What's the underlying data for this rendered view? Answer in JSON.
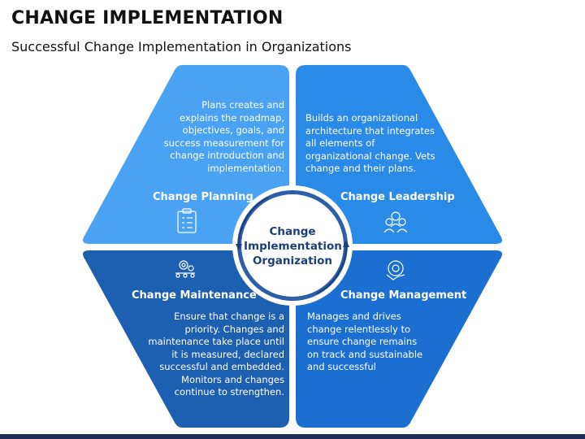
{
  "header": {
    "title": "CHANGE IMPLEMENTATION",
    "subtitle": "Successful Change Implementation in Organizations"
  },
  "center": {
    "line1": "Change",
    "line2": "Implementation",
    "line3": "Organization"
  },
  "quadrants": {
    "planning": {
      "title": "Change Planning",
      "lines": [
        "Plans creates and",
        "explains the roadmap,",
        "objectives, goals, and",
        "success measurement for",
        "change introduction and",
        "implementation."
      ],
      "icon": "clipboard-checklist-icon",
      "color": "#4aa3f2"
    },
    "leadership": {
      "title": "Change Leadership",
      "lines": [
        "Builds an organizational",
        "architecture that integrates",
        "all elements of",
        "organizational change. Vets",
        "change and their plans."
      ],
      "icon": "team-leader-icon",
      "color": "#2a8ae8"
    },
    "maintenance": {
      "title": "Change Maintenance",
      "lines": [
        "Ensure that change is a",
        "priority. Changes and",
        "maintenance take place until",
        "it is measured, declared",
        "successful and embedded.",
        "Monitors and changes",
        "continue to strengthen."
      ],
      "icon": "gears-conveyor-icon",
      "color": "#1d5fb0"
    },
    "management": {
      "title": "Change Management",
      "lines": [
        "Manages and drives",
        "change relentlessly to",
        "ensure change remains",
        "on track and sustainable",
        "and successful"
      ],
      "icon": "handshake-gear-icon",
      "color": "#1a6fd0"
    }
  }
}
